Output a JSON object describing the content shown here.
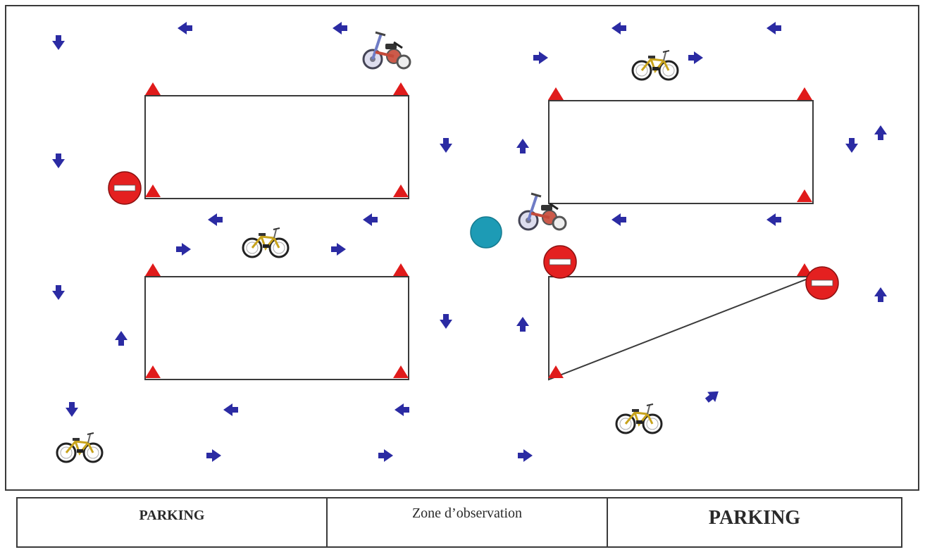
{
  "colors": {
    "arrow": "#2b2ba3",
    "cone": "#e01b1b",
    "no_entry": "#e42020",
    "marker_circle": "#1d9bb5",
    "outline": "#3a3a3a"
  },
  "icons": {
    "arrow": "direction-arrow-icon",
    "cone": "cone-icon",
    "no_entry": "no-entry-sign-icon",
    "bicycle": "bicycle-icon",
    "tricycle": "tricycle-icon",
    "marker": "circle-marker-icon"
  },
  "footer": {
    "left_label": "PARKING",
    "middle_label": "Zone d’observation",
    "right_label": "PARKING"
  }
}
